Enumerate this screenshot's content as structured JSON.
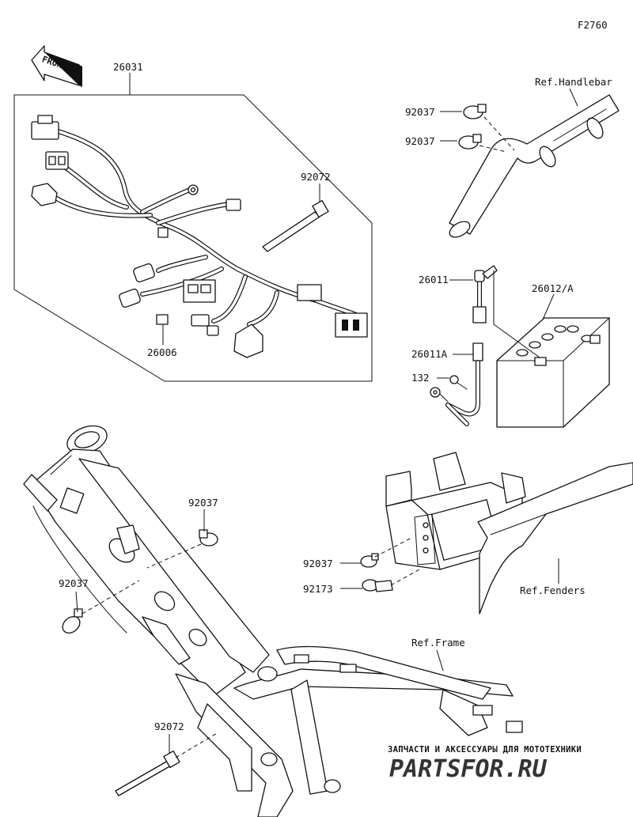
{
  "figure_code": "F2760",
  "front_arrow_label": "FRONT",
  "callouts": {
    "harness": "26031",
    "band_harness": "92072",
    "fuse": "26006",
    "clamp_handlebar_upper": "92037",
    "clamp_handlebar_lower": "92037",
    "ref_handlebar": "Ref.Handlebar",
    "cable_positive": "26011",
    "battery": "26012/A",
    "cable_negative": "26011A",
    "bolt": "132",
    "clamp_frame_upper": "92037",
    "clamp_frame_left": "92037",
    "clamp_fender": "92037",
    "holder_fender": "92173",
    "ref_fenders": "Ref.Fenders",
    "ref_frame": "Ref.Frame",
    "band_frame": "92072"
  },
  "watermark": {
    "tagline": "ЗАПЧАСТИ И АКСЕССУАРЫ ДЛЯ МОТОТЕХНИКИ",
    "brand": "PARTSFOR.RU"
  }
}
